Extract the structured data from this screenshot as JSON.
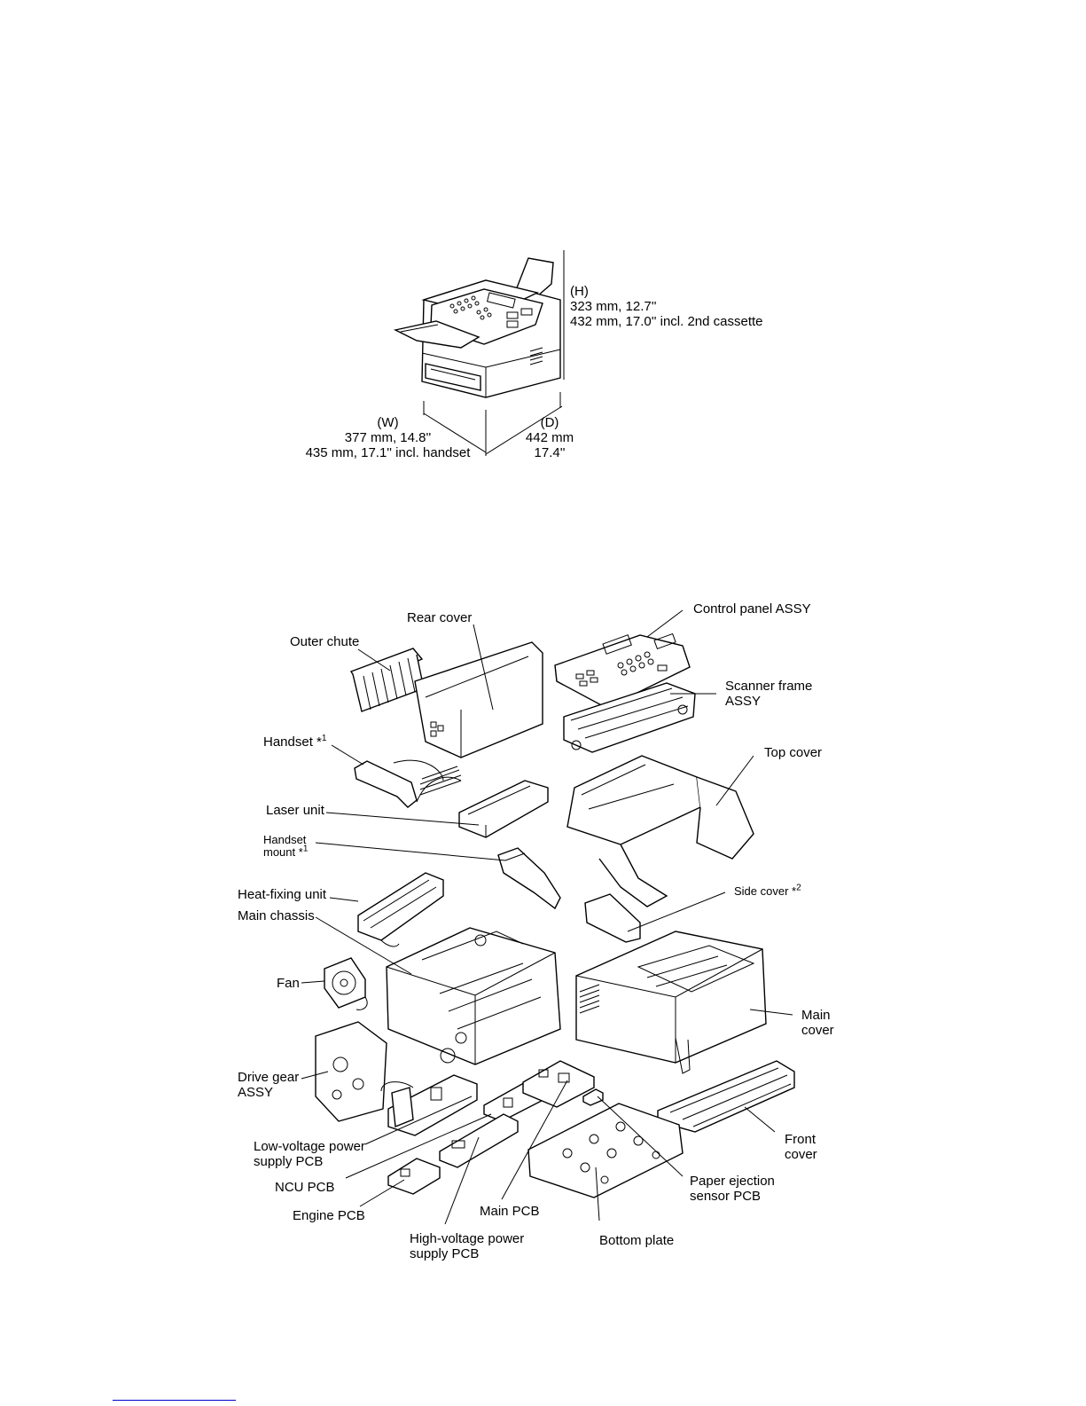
{
  "dimensions": {
    "height": {
      "label": "(H)",
      "line1": "323 mm, 12.7''",
      "line2": "432 mm, 17.0'' incl. 2nd cassette"
    },
    "width": {
      "label": "(W)",
      "line1": "377 mm, 14.8''",
      "line2": "435 mm, 17.1'' incl. handset"
    },
    "depth": {
      "label": "(D)",
      "line1": "442 mm",
      "line2": "17.4''"
    }
  },
  "parts": {
    "rear_cover": "Rear cover",
    "control_panel": "Control panel ASSY",
    "outer_chute": "Outer chute",
    "scanner_frame_1": "Scanner frame",
    "scanner_frame_2": "ASSY",
    "handset": "Handset *",
    "handset_note": "1",
    "top_cover": "Top cover",
    "laser_unit": "Laser unit",
    "handset_mount_1": "Handset",
    "handset_mount_2": "mount *",
    "handset_mount_note": "1",
    "heat_fixing": "Heat-fixing unit",
    "side_cover": "Side cover *",
    "side_cover_note": "2",
    "main_chassis": "Main chassis",
    "fan": "Fan",
    "main_cover_1": "Main",
    "main_cover_2": "cover",
    "drive_gear_1": "Drive gear",
    "drive_gear_2": "ASSY",
    "front_cover_1": "Front",
    "front_cover_2": "cover",
    "lv_power_1": "Low-voltage power",
    "lv_power_2": "supply PCB",
    "ncu_pcb": "NCU PCB",
    "paper_eject_1": "Paper ejection",
    "paper_eject_2": "sensor PCB",
    "engine_pcb": "Engine PCB",
    "main_pcb": "Main PCB",
    "hv_power_1": "High-voltage power",
    "hv_power_2": "supply PCB",
    "bottom_plate": "Bottom plate"
  }
}
